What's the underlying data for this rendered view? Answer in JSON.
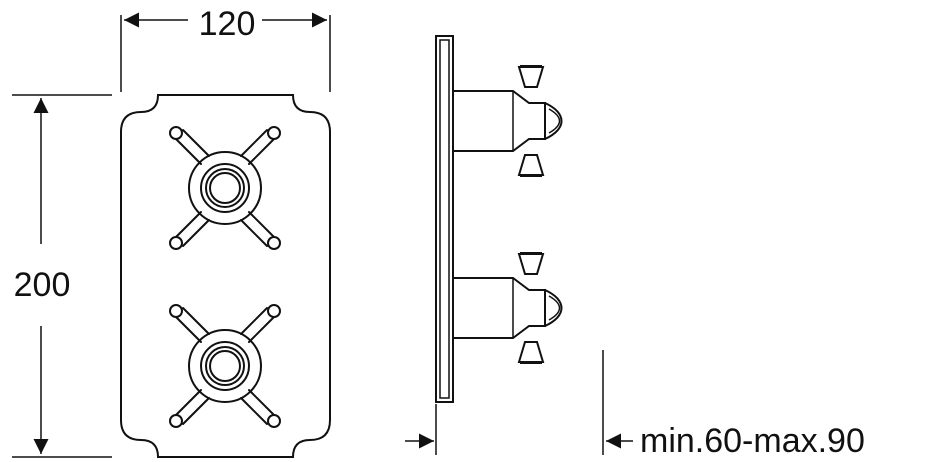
{
  "dimensions": {
    "width": "120",
    "height": "200",
    "depth": "min.60-max.90"
  },
  "colors": {
    "line": "#111111",
    "background": "#ffffff"
  }
}
